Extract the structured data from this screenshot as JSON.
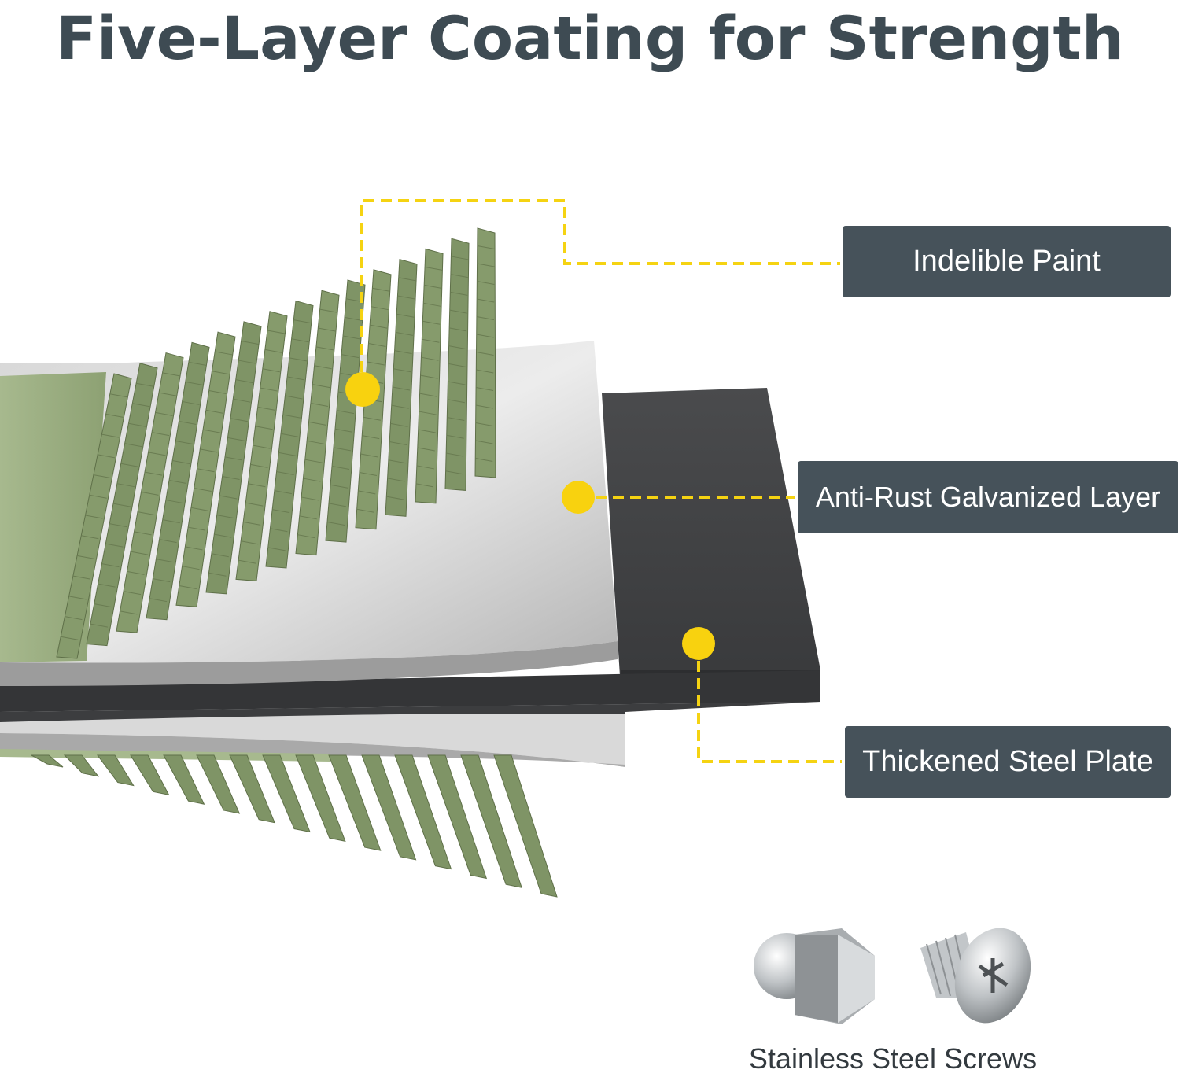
{
  "title": "Five-Layer Coating for Strength",
  "callouts": {
    "paint": "Indelible Paint",
    "galvanized": "Anti-Rust Galvanized Layer",
    "steel": "Thickened Steel Plate"
  },
  "screws_caption": "Stainless Steel Screws",
  "colors": {
    "title": "#3e4b53",
    "label_bg": "#46525a",
    "callout_line": "#f5d312",
    "paint_green": "#7a8e62",
    "galvanized": "#c9c9c9",
    "steel": "#3f4042"
  },
  "icons": [
    "cap-nut-icon",
    "sleeve-screw-icon"
  ]
}
